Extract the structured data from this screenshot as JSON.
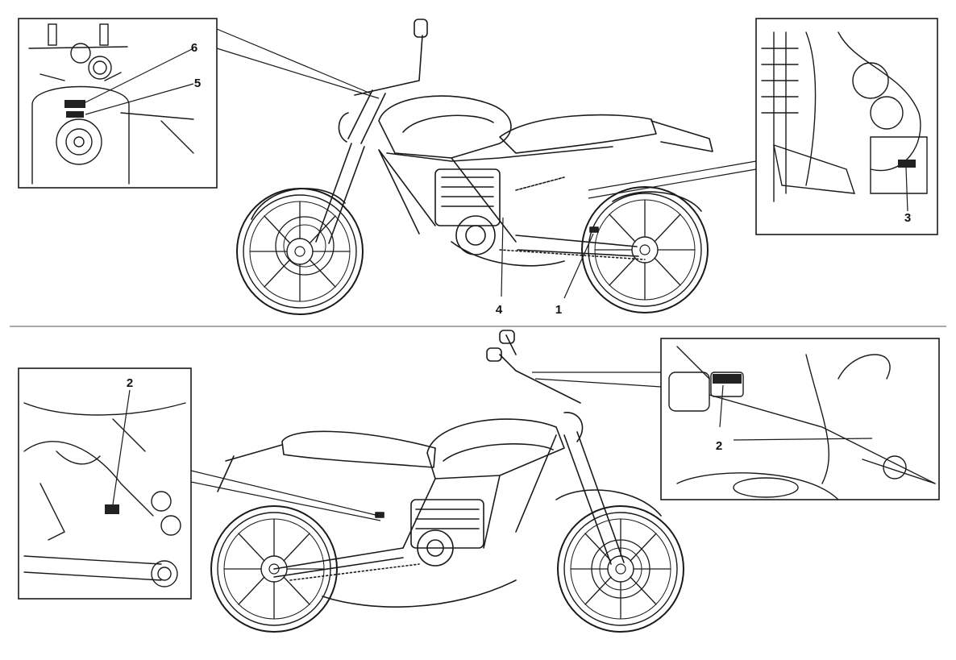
{
  "colors": {
    "line": "#1a1a1a",
    "label_fill": "#222222",
    "background": "#ffffff"
  },
  "top_view": {
    "callouts": [
      {
        "id": "6",
        "label": "6"
      },
      {
        "id": "5",
        "label": "5"
      },
      {
        "id": "4",
        "label": "4"
      },
      {
        "id": "1",
        "label": "1"
      },
      {
        "id": "3",
        "label": "3"
      }
    ]
  },
  "bottom_view": {
    "callouts": [
      {
        "id": "2a",
        "label": "2"
      },
      {
        "id": "2b",
        "label": "2"
      }
    ]
  }
}
